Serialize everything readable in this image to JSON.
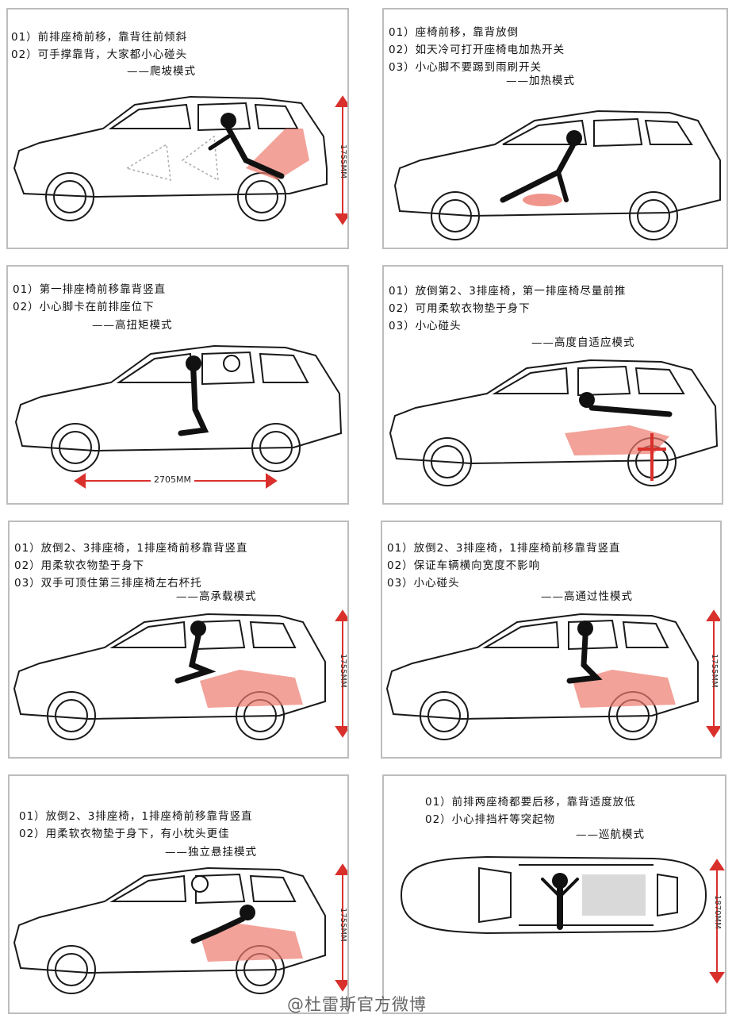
{
  "panels": [
    {
      "lines": [
        "01）前排座椅前移，靠背往前倾斜",
        "02）可手撑靠背，大家都小心碰头"
      ],
      "mode": "——爬坡模式",
      "dimension": "1755MM"
    },
    {
      "lines": [
        "01）座椅前移，靠背放倒",
        "02）如天冷可打开座椅电加热开关",
        "03）小心脚不要踢到雨刷开关"
      ],
      "mode": "——加热模式"
    },
    {
      "lines": [
        "01）第一排座椅前移靠背竖直",
        "02）小心脚卡在前排座位下"
      ],
      "mode": "——高扭矩模式",
      "wheelbase": "2705MM"
    },
    {
      "lines": [
        "01）放倒第2、3排座椅，第一排座椅尽量前推",
        "02）可用柔软衣物垫于身下",
        "03）小心碰头"
      ],
      "mode": "——高度自适应模式"
    },
    {
      "lines": [
        "01）放倒2、3排座椅，1排座椅前移靠背竖直",
        "02）用柔软衣物垫于身下",
        "03）双手可顶住第三排座椅左右杯托"
      ],
      "mode": "——高承载模式",
      "dimension": "1755MM"
    },
    {
      "lines": [
        "01）放倒2、3排座椅，1排座椅前移靠背竖直",
        "02）保证车辆横向宽度不影响",
        "03）小心碰头"
      ],
      "mode": "——高通过性模式",
      "dimension": "1755MM"
    },
    {
      "lines": [
        "01）放倒2、3排座椅，1排座椅前移靠背竖直",
        "02）用柔软衣物垫于身下，有小枕头更佳"
      ],
      "mode": "——独立悬挂模式",
      "dimension": "1755MM"
    },
    {
      "lines": [
        "01）前排两座椅都要后移，靠背适度放低",
        "02）小心排挡杆等突起物"
      ],
      "mode": "——巡航模式",
      "dimension": "1870MM"
    }
  ],
  "watermark": "@杜雷斯官方微博",
  "colors": {
    "accent": "#d9302c",
    "highlight": "#ec7a6e",
    "outline": "#1a1a1a",
    "frame": "#bdbdbd"
  }
}
